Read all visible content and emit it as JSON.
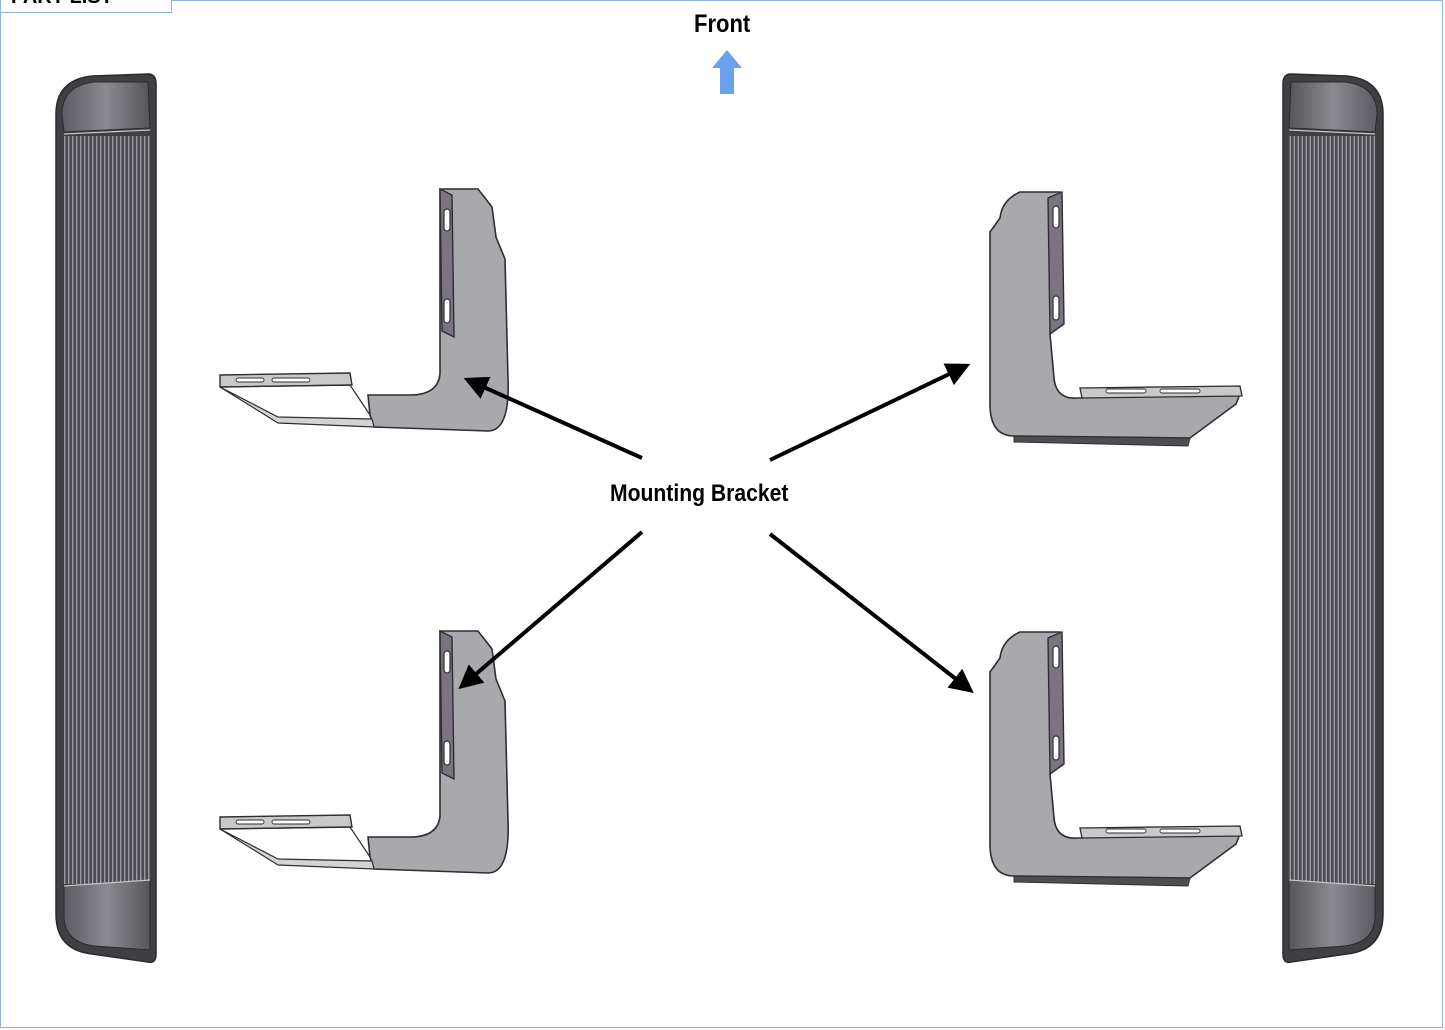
{
  "header": {
    "title": "PART LIST"
  },
  "labels": {
    "front": "Front",
    "callout": "Mounting Bracket"
  },
  "icons": {
    "front_arrow": "arrow-up-icon"
  },
  "colors": {
    "frame_border": "#8fb4d9",
    "front_arrow": "#6aa2ee",
    "step_body": "#5a5a5f",
    "step_cap": "#6e6e74",
    "bracket_face": "#a9a9ad",
    "bracket_edge": "#2e2e2e",
    "bracket_flange": "#7b7381",
    "leader_line": "#000000"
  }
}
